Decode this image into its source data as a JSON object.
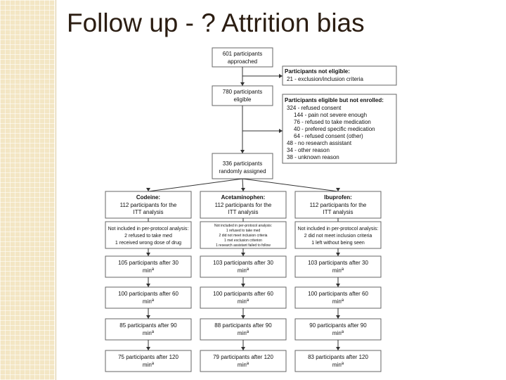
{
  "slide": {
    "title": "Follow up - ? Attrition bias"
  },
  "colors": {
    "accent_sidebar": "#f3e6c4",
    "title_text": "#2b1d12",
    "box_border": "#666666"
  },
  "flowchart": {
    "approached": [
      "601 participants",
      "approached"
    ],
    "not_eligible": {
      "heading": "Participants not eligible:",
      "items": [
        "21 - exclusion/inclusion criteria"
      ]
    },
    "eligible": [
      "780 participants",
      "eligible"
    ],
    "not_enrolled": {
      "heading": "Participants eligible but not enrolled:",
      "lines": [
        {
          "text": "324 - refused consent",
          "indent": 0
        },
        {
          "text": "144 - pain not severe enough",
          "indent": 1
        },
        {
          "text": "76 - refused to take medication",
          "indent": 1
        },
        {
          "text": "40 - prefered specific medication",
          "indent": 1
        },
        {
          "text": "64 - refused consent (other)",
          "indent": 1
        },
        {
          "text": "48 - no research assistant",
          "indent": 0
        },
        {
          "text": "34 - other reason",
          "indent": 0
        },
        {
          "text": "38 - unknown reason",
          "indent": 0
        }
      ]
    },
    "randomized": [
      "336 participants",
      "randomly assigned"
    ],
    "arms": [
      {
        "name": "Codeine:",
        "itt": [
          "112 participants for the",
          "ITT analysis"
        ],
        "excluded": [
          "Not included in per-protocol analysis:",
          "2 refused to take med",
          "1 received wrong dose of drug"
        ],
        "followups": [
          [
            "105 participants after 30",
            "min"
          ],
          [
            "100 participants after 60",
            "min"
          ],
          [
            "85 participants after 90",
            "min"
          ],
          [
            "75 participants after 120",
            "min"
          ]
        ]
      },
      {
        "name": "Acetaminophen:",
        "itt": [
          "112 participants for the",
          "ITT analysis"
        ],
        "excluded": [
          "Not included in per-protocol analysis:",
          "1 refused to take med",
          "2 did not meet inclusion criteria",
          "1 met exclusion criterion",
          "1 research assistant failed to follow"
        ],
        "followups": [
          [
            "103 participants after 30",
            "min"
          ],
          [
            "100 participants after 60",
            "min"
          ],
          [
            "88 participants after 90",
            "min"
          ],
          [
            "79 participants after 120",
            "min"
          ]
        ]
      },
      {
        "name": "Ibuprofen:",
        "itt": [
          "112 participants for the",
          "ITT analysis"
        ],
        "excluded": [
          "Not included in per-protocol analysis:",
          "2 did not meet inclusion criteria",
          "1 left without being seen"
        ],
        "followups": [
          [
            "103 participants after 30",
            "min"
          ],
          [
            "100 participants after 60",
            "min"
          ],
          [
            "90 participants after 90",
            "min"
          ],
          [
            "83 participants after 120",
            "min"
          ]
        ]
      }
    ],
    "footnote_mark": "a"
  }
}
